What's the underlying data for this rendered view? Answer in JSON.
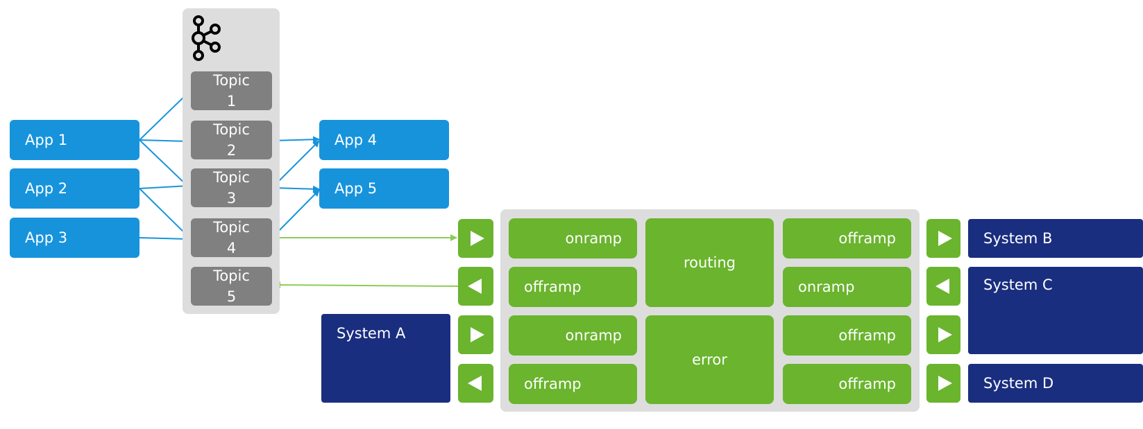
{
  "colors": {
    "app_blue": "#1793dc",
    "topic_gray": "#808080",
    "system_navy": "#1a2e80",
    "tremor_green": "#6ab42e",
    "panel_gray": "#dddddd",
    "arrow_light_green": "#8ccc57"
  },
  "kafka": {
    "icon": "kafka-logo-icon"
  },
  "apps": [
    {
      "label": "App 1"
    },
    {
      "label": "App 2"
    },
    {
      "label": "App 3"
    },
    {
      "label": "App 4"
    },
    {
      "label": "App 5"
    }
  ],
  "topics": [
    {
      "word": "Topic",
      "num": "1"
    },
    {
      "word": "Topic",
      "num": "2"
    },
    {
      "word": "Topic",
      "num": "3"
    },
    {
      "word": "Topic",
      "num": "4"
    },
    {
      "word": "Topic",
      "num": "5"
    }
  ],
  "systems": {
    "a": "System A",
    "b": "System B",
    "c": "System C",
    "d": "System D"
  },
  "tremor": {
    "left": [
      "onramp",
      "offramp",
      "onramp",
      "offramp"
    ],
    "center": [
      "routing",
      "error"
    ],
    "right": [
      "offramp",
      "onramp",
      "offramp",
      "offramp"
    ]
  },
  "edges": [
    {
      "from": "App 1",
      "to": "Topic 1"
    },
    {
      "from": "App 1",
      "to": "Topic 2"
    },
    {
      "from": "App 1",
      "to": "Topic 3"
    },
    {
      "from": "App 2",
      "to": "Topic 3"
    },
    {
      "from": "App 2",
      "to": "Topic 4"
    },
    {
      "from": "App 3",
      "to": "Topic 4"
    },
    {
      "from": "Topic 2",
      "to": "App 4"
    },
    {
      "from": "Topic 3",
      "to": "App 4"
    },
    {
      "from": "Topic 3",
      "to": "App 5"
    },
    {
      "from": "Topic 4",
      "to": "App 5"
    },
    {
      "from": "Topic 4",
      "to": "onramp"
    },
    {
      "from": "offramp",
      "to": "Topic 5"
    }
  ]
}
